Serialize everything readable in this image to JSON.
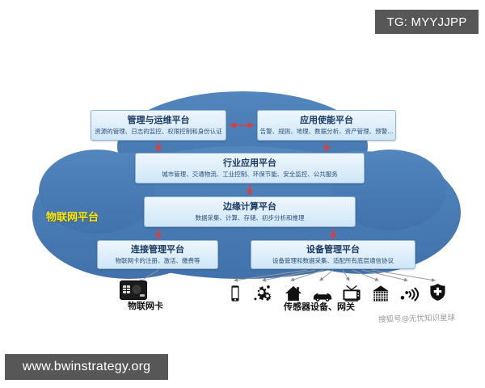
{
  "overlay": {
    "tg_badge": "TG: MYYJJPP",
    "url_badge": "www.bwinstrategy.org",
    "watermark": "搜狐号@无忧知识星球"
  },
  "diagram": {
    "cloud_label": "物联网平台",
    "cloud_color": "#4a7cb5",
    "box_border_color": "#8fb6d8",
    "arrow_color": "#d84040",
    "boxes": [
      {
        "id": "management-operations-platform",
        "title": "管理与运维平台",
        "subtitle": "资源的管理、日志的监控、权限控制和身份认证"
      },
      {
        "id": "application-enablement-platform",
        "title": "应用使能平台",
        "subtitle": "告警、规则、地理、数据分析、资产管理、预警..."
      },
      {
        "id": "industry-application-platform",
        "title": "行业应用平台",
        "subtitle": "城市管理、交通物流、工业控制、环保节能、安全监控、公共服务"
      },
      {
        "id": "edge-computing-platform",
        "title": "边缘计算平台",
        "subtitle": "数据采集、计算、存储、初步分析和推理"
      },
      {
        "id": "connection-management-platform",
        "title": "连接管理平台",
        "subtitle": "物联网卡的注册、激活、缴费等"
      },
      {
        "id": "device-management-platform",
        "title": "设备管理平台",
        "subtitle": "设备管理和数据采集、适配所有底层通信协议"
      }
    ],
    "captions": {
      "iot_card": "物联网卡",
      "sensor_gateway": "传感器设备、网关"
    },
    "device_icons": [
      "smartphone-icon",
      "gears-icon",
      "house-icon",
      "car-icon",
      "television-icon",
      "factory-icon",
      "wifi-sensor-icon",
      "medical-shield-icon"
    ],
    "card_icon": "iot-sim-card-icon"
  }
}
